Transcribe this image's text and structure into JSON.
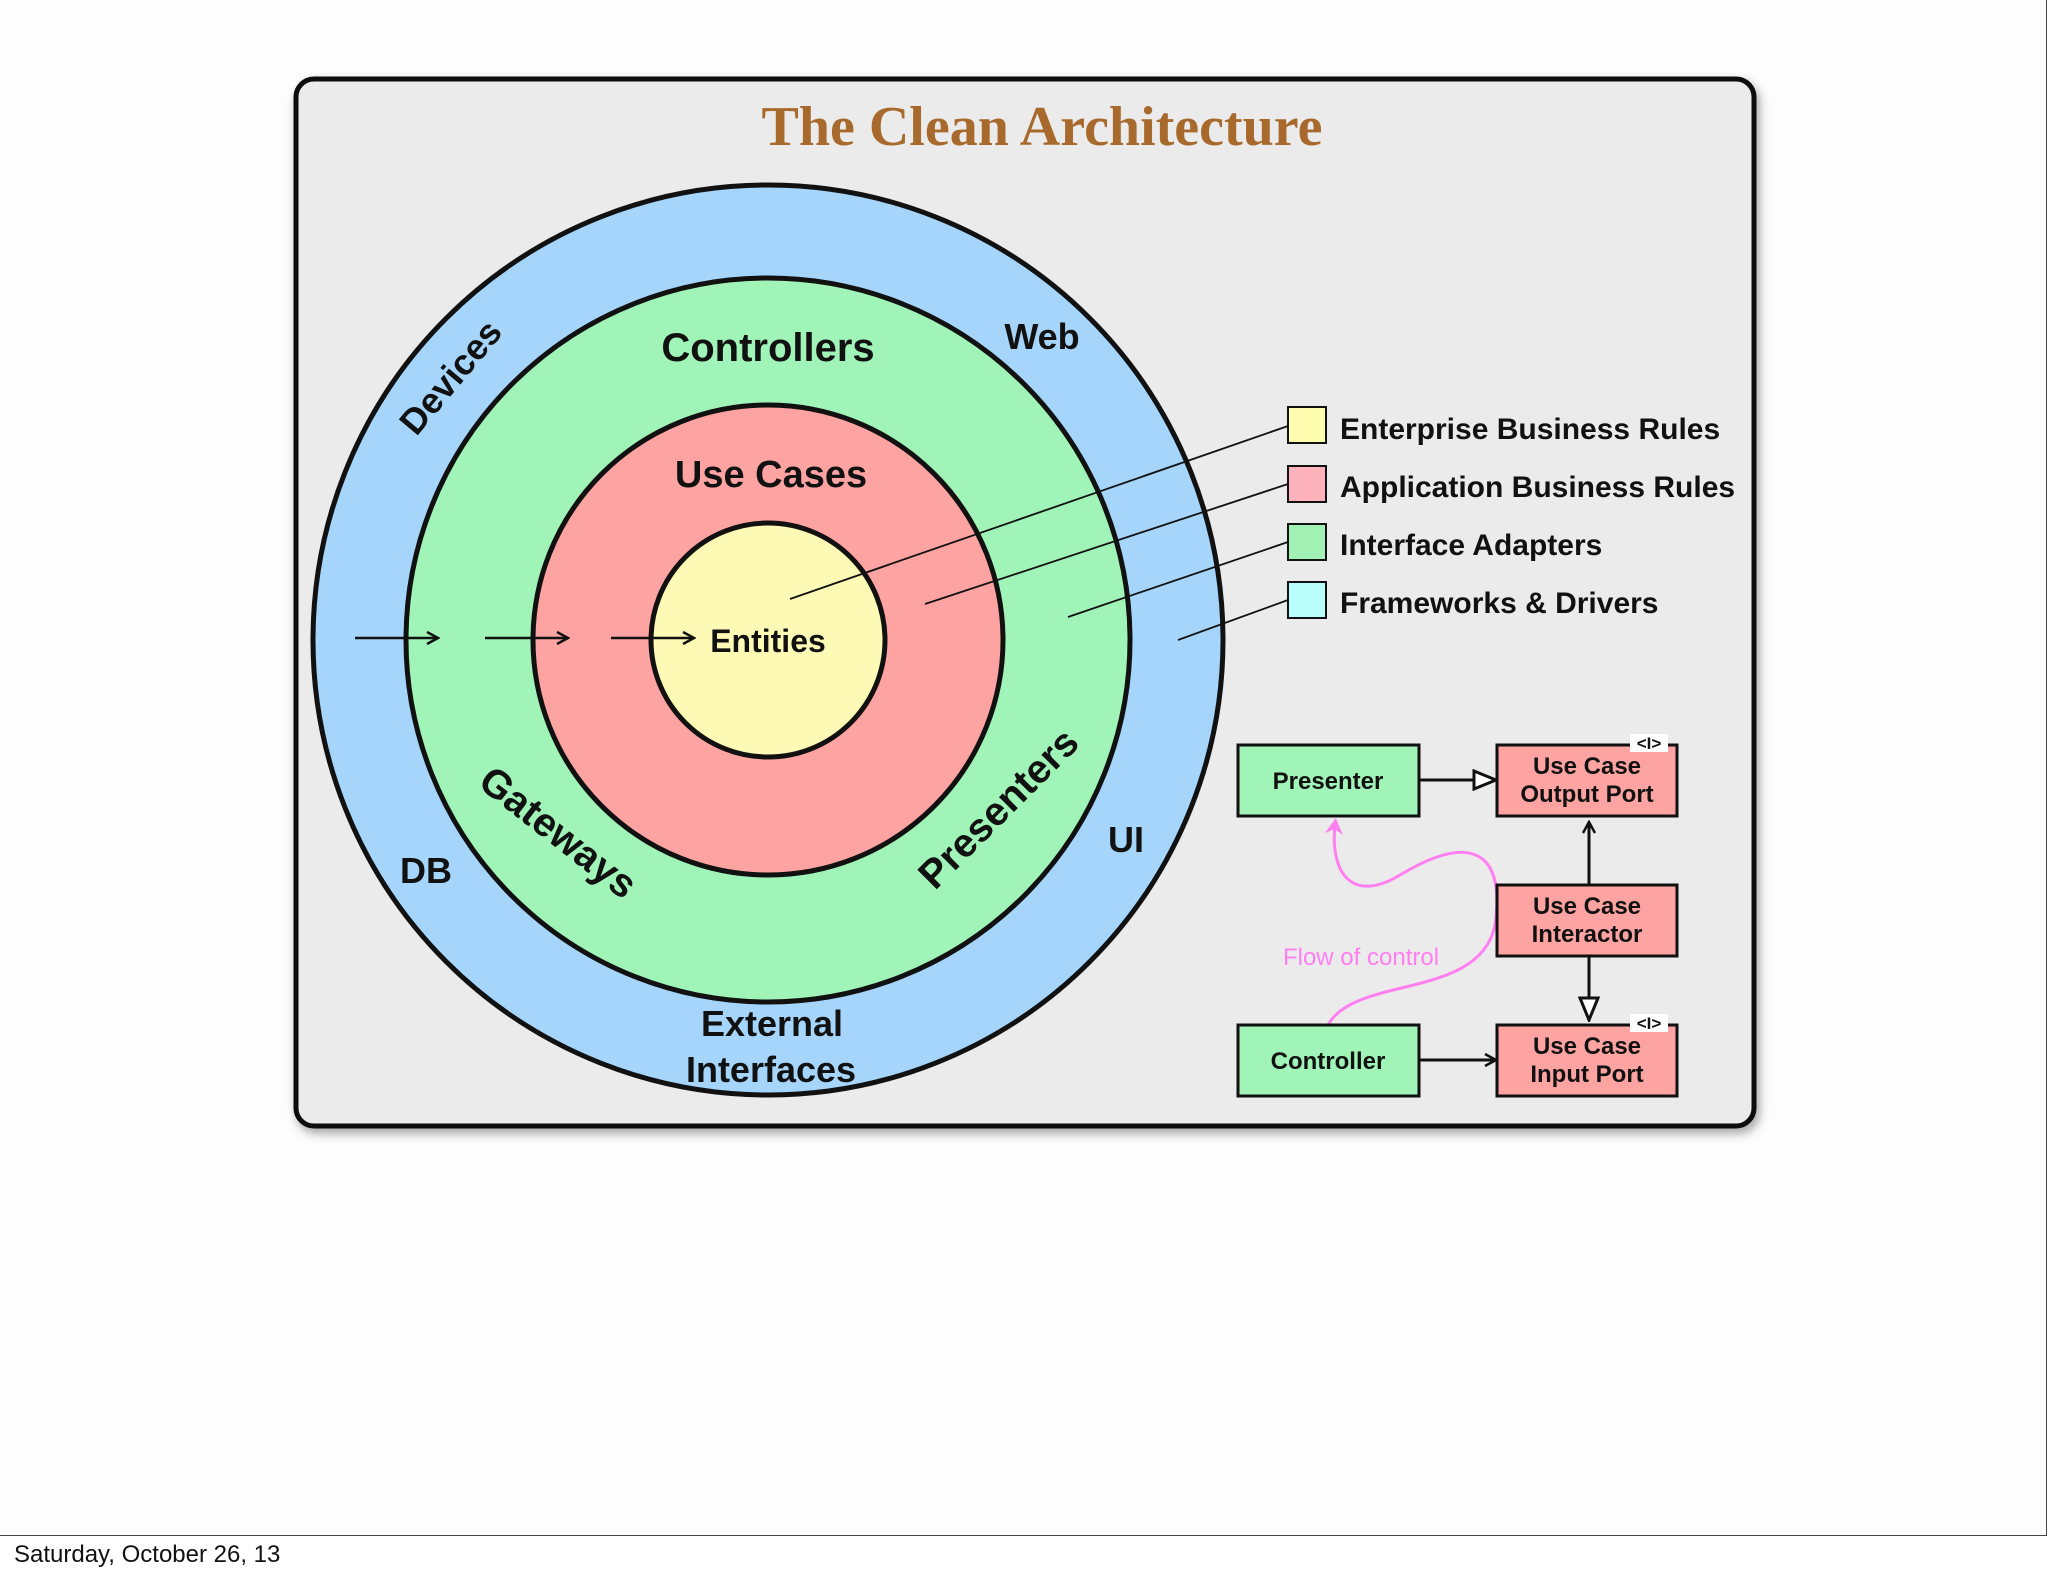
{
  "title": "The Clean Architecture",
  "footer": {
    "date": "Saturday, October 26, 13"
  },
  "rings": {
    "outer": {
      "labels": [
        "Devices",
        "Web",
        "DB",
        "UI"
      ],
      "bottom_label_line1": "External",
      "bottom_label_line2": "Interfaces",
      "color": "#a6d5fb"
    },
    "adapters": {
      "top": "Controllers",
      "left": "Gateways",
      "right": "Presenters",
      "color": "#a1f4b8"
    },
    "use_cases": {
      "top": "Use Cases",
      "color": "#fda3a2"
    },
    "entities": {
      "label": "Entities",
      "color": "#fdfab6"
    }
  },
  "legend": [
    {
      "label": "Enterprise Business Rules",
      "color": "#fffdb0"
    },
    {
      "label": "Application Business Rules",
      "color": "#fdb1bb"
    },
    {
      "label": "Interface Adapters",
      "color": "#a1f1b5"
    },
    {
      "label": "Frameworks & Drivers",
      "color": "#b8fffc"
    }
  ],
  "flow": {
    "presenter": "Presenter",
    "controller": "Controller",
    "output_port_line1": "Use Case",
    "output_port_line2": "Output Port",
    "interactor_line1": "Use Case",
    "interactor_line2": "Interactor",
    "input_port_line1": "Use Case",
    "input_port_line2": "Input Port",
    "interface_mark": "<I>",
    "flow_label": "Flow of control",
    "flow_color": "#ff7ef0",
    "box_green": "#a1f4b8",
    "box_red": "#fda3a2"
  }
}
